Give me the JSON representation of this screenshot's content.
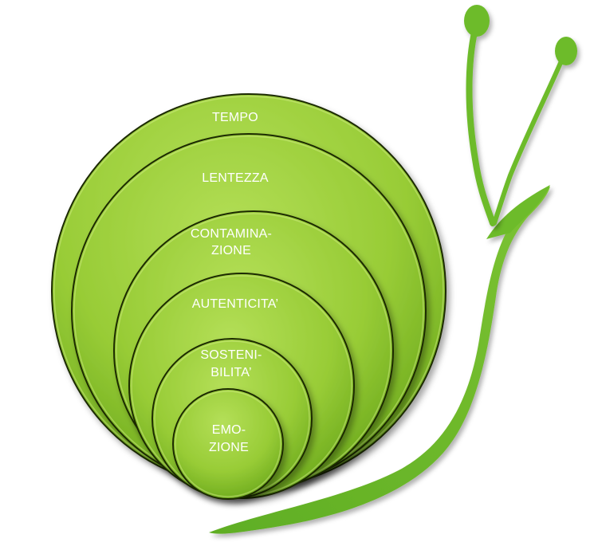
{
  "diagram": {
    "colors": {
      "body": "#6dbb2b",
      "ring_fill_light": "#a8d94a",
      "ring_fill_dark": "#6eab1d",
      "ring_stroke": "#1b2a06",
      "label": "#ffffff"
    },
    "rings": [
      {
        "id": "tempo",
        "lines": [
          "TEMPO"
        ]
      },
      {
        "id": "lentezza",
        "lines": [
          "LENTEZZA"
        ]
      },
      {
        "id": "contaminazione",
        "lines": [
          "CONTAMINA-",
          "ZIONE"
        ]
      },
      {
        "id": "autenticita",
        "lines": [
          "AUTENTICITA’"
        ]
      },
      {
        "id": "sostenibilita",
        "lines": [
          "SOSTENI-",
          "BILITA’"
        ]
      },
      {
        "id": "emozione",
        "lines": [
          "EMO-",
          "ZIONE"
        ]
      }
    ]
  }
}
